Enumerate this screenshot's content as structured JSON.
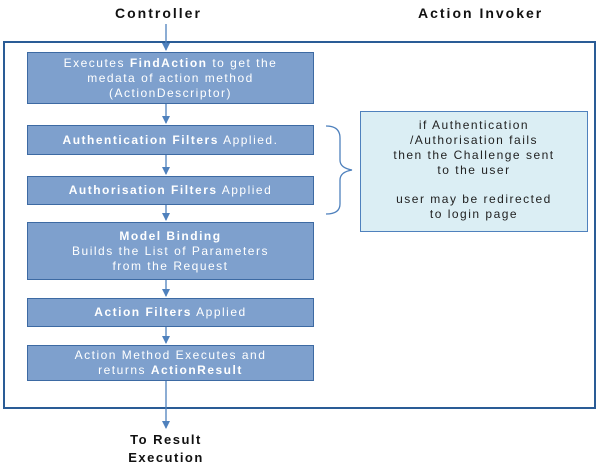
{
  "headers": {
    "controller": "Controller",
    "action_invoker": "Action Invoker"
  },
  "steps": [
    {
      "line1_pre": "Executes ",
      "line1_bold": "FindAction",
      "line1_post": " to get the",
      "line2": "medata of action method",
      "line3": "(ActionDescriptor)"
    },
    {
      "bold": "Authentication Filters",
      "rest": " Applied."
    },
    {
      "bold": "Authorisation Filters",
      "rest": " Applied"
    },
    {
      "title": "Model Binding",
      "line2": "Builds the List of Parameters",
      "line3": "from the Request"
    },
    {
      "bold": "Action Filters",
      "rest": " Applied"
    },
    {
      "line1": "Action Method Executes and",
      "line2_pre": "returns ",
      "line2_bold": "ActionResult"
    }
  ],
  "callout": {
    "line1": "if Authentication",
    "line2": "/Authorisation fails",
    "line3": "then the Challenge sent",
    "line4": "to the user",
    "line5": "user may be redirected",
    "line6": "to login page"
  },
  "footer": {
    "line1": "To Result",
    "line2": "Execution"
  },
  "colors": {
    "step_fill": "#7ea0cd",
    "step_border": "#3d6aa3",
    "frame_border": "#2a5c96",
    "callout_fill": "#dbeef4",
    "arrow": "#4f81bd"
  }
}
